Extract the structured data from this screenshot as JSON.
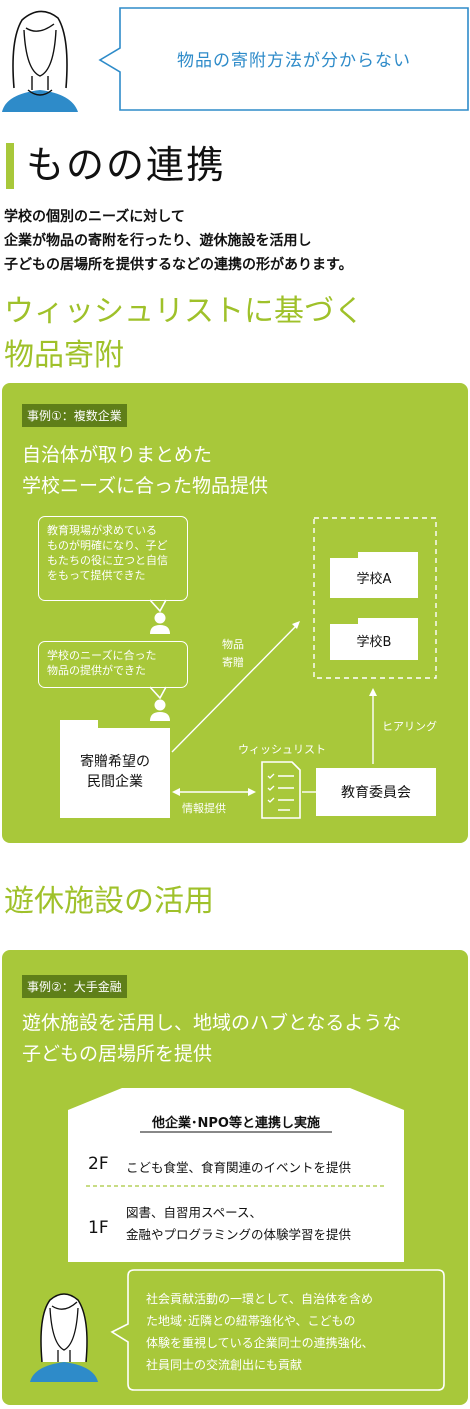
{
  "header": {
    "speech": "物品の寄附方法が分からない"
  },
  "section1": {
    "title": "ものの連携",
    "intro": [
      "学校の個別のニーズに対して",
      "企業が物品の寄附を行ったり、遊休施設を活用し",
      "子どもの居場所を提供するなどの連携の形があります。"
    ]
  },
  "section2": {
    "heading": [
      "ウィッシュリストに基づく",
      "物品寄附"
    ],
    "case_tag": "事例①：複数企業",
    "case_title": [
      "自治体が取りまとめた",
      "学校ニーズに合った物品提供"
    ],
    "quote1": [
      "教育現場が求めている",
      "ものが明確になり、子ど",
      "もたちの役に立つと自信",
      "をもって提供できた"
    ],
    "quote2": [
      "学校のニーズに合った",
      "物品の提供ができた"
    ],
    "company": [
      "寄贈希望の",
      "民間企業"
    ],
    "school_a": "学校A",
    "school_b": "学校B",
    "donation_label": [
      "物品",
      "寄贈"
    ],
    "wishlist_label": "ウィッシュリスト",
    "info_label": "情報提供",
    "hearing_label": "ヒアリング",
    "board": "教育委員会"
  },
  "section3": {
    "heading": "遊休施設の活用",
    "case_tag": "事例②：大手金融",
    "case_title": [
      "遊休施設を活用し、地域のハブとなるような",
      "子どもの居場所を提供"
    ],
    "building_title": "他企業･NPO等と連携し実施",
    "floor2_label": "2F",
    "floor2_text": "こども食堂、食育関連のイベントを提供",
    "floor1_label": "1F",
    "floor1_text": [
      "図書、自習用スペース、",
      "金融やプログラミングの体験学習を提供"
    ],
    "quote": [
      "社会貢献活動の一環として、自治体を含め",
      "た地域･近隣との紐帯強化や、こどもの",
      "体験を重視している企業同士の連携強化、",
      "社員同士の交流創出にも貢献"
    ]
  },
  "colors": {
    "accent_green": "#a8c83a",
    "dark_green": "#5f7f19",
    "blue": "#2e8bc9"
  }
}
